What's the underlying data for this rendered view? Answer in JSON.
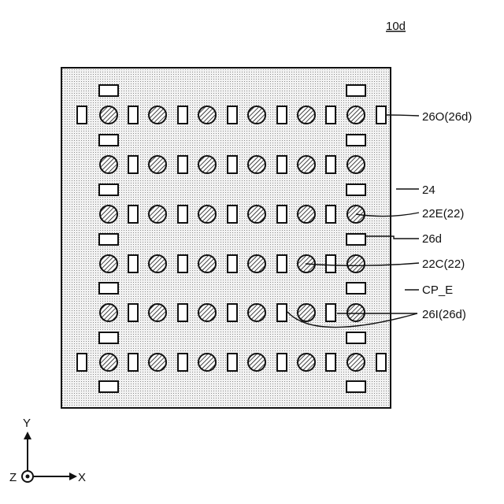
{
  "figure": {
    "ref_label": "10d",
    "callouts": {
      "outer_pad": "26O(26d)",
      "substrate": "24",
      "edge_bump": "22E(22)",
      "pad": "26d",
      "center_bump": "22C(22)",
      "edge_region": "CP_E",
      "inner_pad": "26I(26d)"
    },
    "axes": {
      "y": "Y",
      "z": "Z",
      "x": "X"
    }
  },
  "colors": {
    "line": "#111111",
    "panel_dots": "#8a8a8a",
    "panel_fill": "#f2f2f2",
    "bump_hatch": "#111111"
  }
}
